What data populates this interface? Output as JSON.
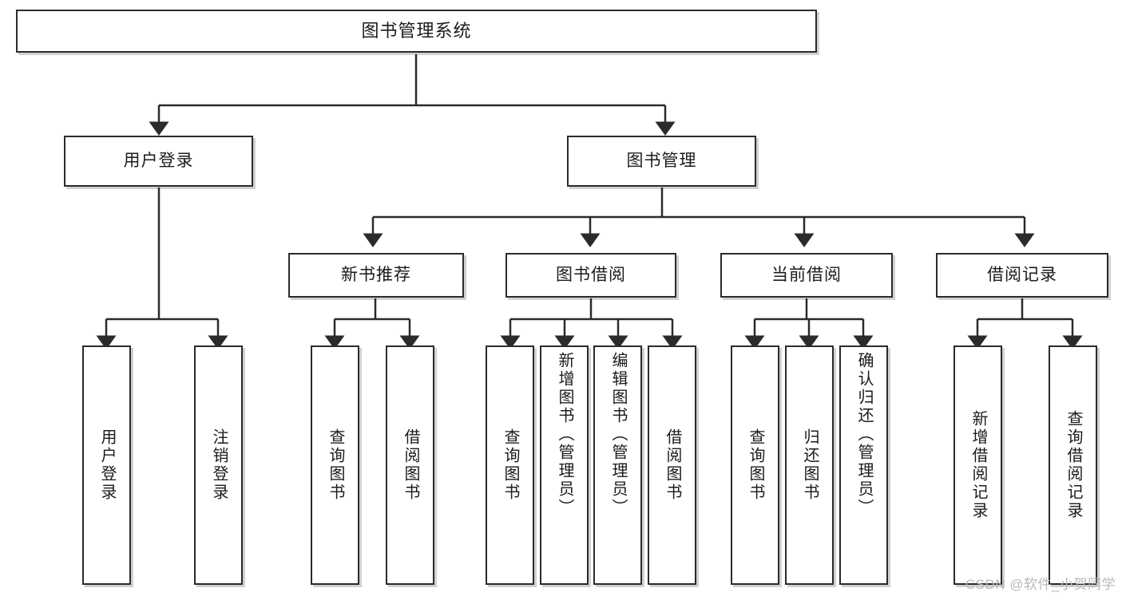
{
  "diagram": {
    "title": "图书管理系统",
    "type": "hierarchy-tree",
    "root": {
      "label": "图书管理系统"
    },
    "level2": [
      {
        "label": "用户登录"
      },
      {
        "label": "图书管理"
      }
    ],
    "level3": [
      {
        "label": "新书推荐"
      },
      {
        "label": "图书借阅"
      },
      {
        "label": "当前借阅"
      },
      {
        "label": "借阅记录"
      }
    ],
    "leaves": {
      "user_login": [
        {
          "label": "用户登录"
        },
        {
          "label": "注销登录"
        }
      ],
      "new_book_recommend": [
        {
          "label": "查询图书"
        },
        {
          "label": "借阅图书"
        }
      ],
      "book_borrow": [
        {
          "label": "查询图书"
        },
        {
          "label": "新增图书（管理员）"
        },
        {
          "label": "编辑图书（管理员）"
        },
        {
          "label": "借阅图书"
        }
      ],
      "current_borrow": [
        {
          "label": "查询图书"
        },
        {
          "label": "归还图书"
        },
        {
          "label": "确认归还（管理员）"
        }
      ],
      "borrow_record": [
        {
          "label": "新增借阅记录"
        },
        {
          "label": "查询借阅记录"
        }
      ]
    }
  },
  "watermark": {
    "text": "CSDN @软件_小贺同学"
  },
  "colors": {
    "border": "#2b2b2b",
    "background": "#ffffff",
    "text": "#1b1b1b",
    "watermark": "#b9b9b9"
  }
}
